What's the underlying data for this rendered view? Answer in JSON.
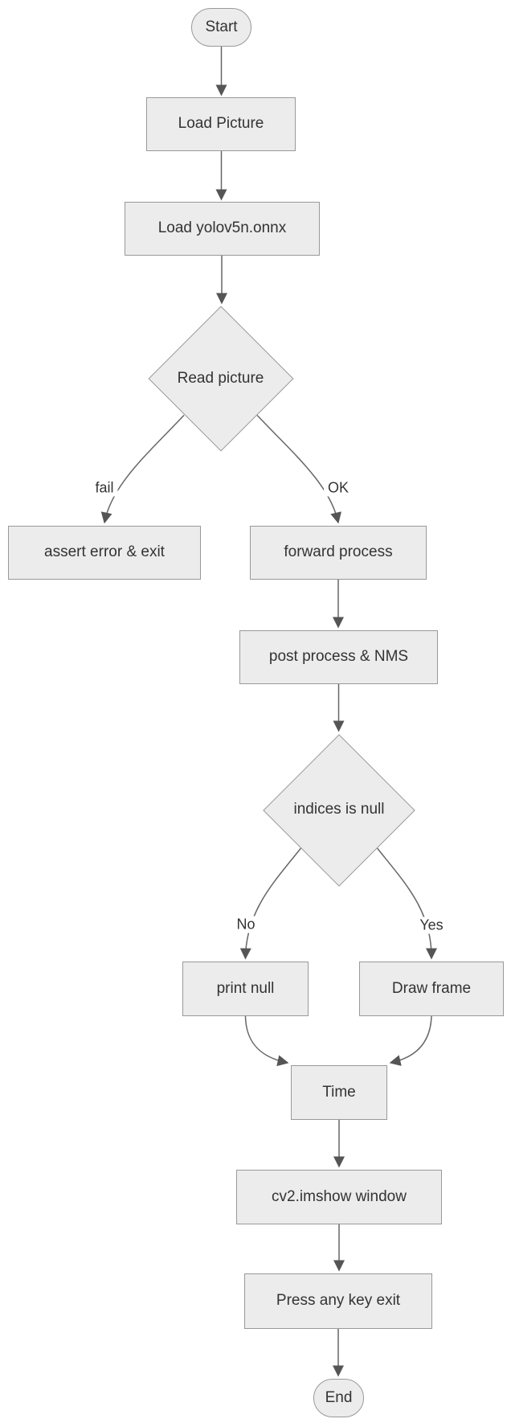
{
  "diagram_type": "flowchart-top-down",
  "nodes": {
    "start": {
      "label": "Start",
      "shape": "stadium"
    },
    "load_picture": {
      "label": "Load Picture",
      "shape": "rect"
    },
    "load_onnx": {
      "label": "Load yolov5n.onnx",
      "shape": "rect"
    },
    "read_picture": {
      "label": "Read picture",
      "shape": "diamond"
    },
    "assert_exit": {
      "label": "assert error & exit",
      "shape": "rect"
    },
    "forward": {
      "label": "forward process",
      "shape": "rect"
    },
    "post_nms": {
      "label": "post process & NMS",
      "shape": "rect"
    },
    "indices": {
      "label": "indices is null",
      "shape": "diamond"
    },
    "print_null": {
      "label": "print null",
      "shape": "rect"
    },
    "draw_frame": {
      "label": "Draw frame",
      "shape": "rect"
    },
    "time": {
      "label": "Time",
      "shape": "rect"
    },
    "imshow": {
      "label": "cv2.imshow window",
      "shape": "rect"
    },
    "press_key": {
      "label": "Press any key exit",
      "shape": "rect"
    },
    "end": {
      "label": "End",
      "shape": "stadium"
    }
  },
  "edge_labels": {
    "fail": "fail",
    "ok": "OK",
    "no": "No",
    "yes": "Yes"
  },
  "edges": [
    {
      "from": "Start",
      "to": "Load Picture",
      "label": ""
    },
    {
      "from": "Load Picture",
      "to": "Load yolov5n.onnx",
      "label": ""
    },
    {
      "from": "Load yolov5n.onnx",
      "to": "Read picture",
      "label": ""
    },
    {
      "from": "Read picture",
      "to": "assert error & exit",
      "label": "fail"
    },
    {
      "from": "Read picture",
      "to": "forward process",
      "label": "OK"
    },
    {
      "from": "forward process",
      "to": "post process & NMS",
      "label": ""
    },
    {
      "from": "post process & NMS",
      "to": "indices is null",
      "label": ""
    },
    {
      "from": "indices is null",
      "to": "print null",
      "label": "No"
    },
    {
      "from": "indices is null",
      "to": "Draw frame",
      "label": "Yes"
    },
    {
      "from": "print null",
      "to": "Time",
      "label": ""
    },
    {
      "from": "Draw frame",
      "to": "Time",
      "label": ""
    },
    {
      "from": "Time",
      "to": "cv2.imshow window",
      "label": ""
    },
    {
      "from": "cv2.imshow window",
      "to": "Press any key exit",
      "label": ""
    },
    {
      "from": "Press any key exit",
      "to": "End",
      "label": ""
    }
  ],
  "colors": {
    "background": "#ffffff",
    "node_fill": "#ececec",
    "node_border": "#999999",
    "edge_line": "#666666",
    "arrowhead": "#555555",
    "text": "#333333"
  }
}
